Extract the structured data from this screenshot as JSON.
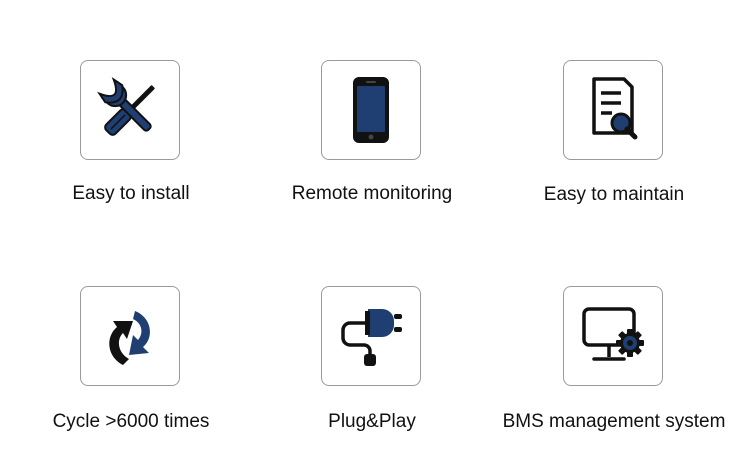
{
  "colors": {
    "icon_dark": "#111111",
    "icon_blue": "#1f3f73",
    "tile_border": "#9a9a9a",
    "text": "#111111"
  },
  "features": [
    {
      "label": "Easy to install",
      "icon": "tools-icon"
    },
    {
      "label": "Remote monitoring",
      "icon": "smartphone-icon"
    },
    {
      "label": "Easy to maintain",
      "icon": "document-search-icon"
    },
    {
      "label": "Cycle >6000 times",
      "icon": "cycle-arrows-icon"
    },
    {
      "label": "Plug&Play",
      "icon": "plug-icon"
    },
    {
      "label": "BMS management system",
      "icon": "monitor-gear-icon"
    }
  ]
}
